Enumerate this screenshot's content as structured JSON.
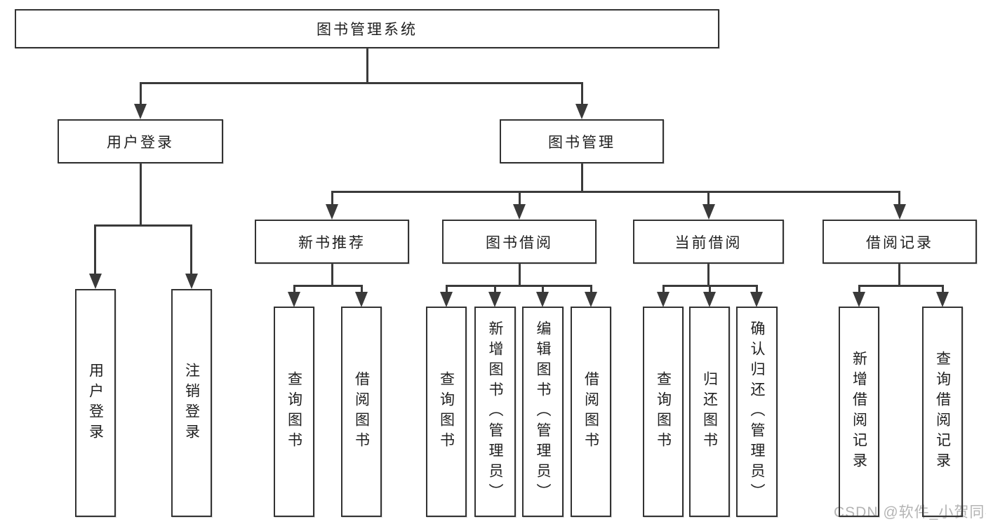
{
  "title": "图书管理系统",
  "colors": {
    "line": "#3a3a3a",
    "border": "#333333",
    "text": "#1f1f1f",
    "bg": "#ffffff",
    "watermark": "#b4b4b4"
  },
  "watermark": {
    "text": "CSDN @软件_小贺同学"
  },
  "tree": {
    "root": {
      "label": "图书管理系统"
    },
    "branches": [
      {
        "label": "用户登录",
        "children": [
          {
            "label": "用户登录"
          },
          {
            "label": "注销登录"
          }
        ]
      },
      {
        "label": "图书管理",
        "sections": [
          {
            "label": "新书推荐",
            "children": [
              {
                "label": "查询图书"
              },
              {
                "label": "借阅图书"
              }
            ]
          },
          {
            "label": "图书借阅",
            "children": [
              {
                "label": "查询图书"
              },
              {
                "label": "新增图书（管理员）"
              },
              {
                "label": "编辑图书（管理员）"
              },
              {
                "label": "借阅图书"
              }
            ]
          },
          {
            "label": "当前借阅",
            "children": [
              {
                "label": "查询图书"
              },
              {
                "label": "归还图书"
              },
              {
                "label": "确认归还（管理员）"
              }
            ]
          },
          {
            "label": "借阅记录",
            "children": [
              {
                "label": "新增借阅记录"
              },
              {
                "label": "查询借阅记录"
              }
            ]
          }
        ]
      }
    ]
  }
}
